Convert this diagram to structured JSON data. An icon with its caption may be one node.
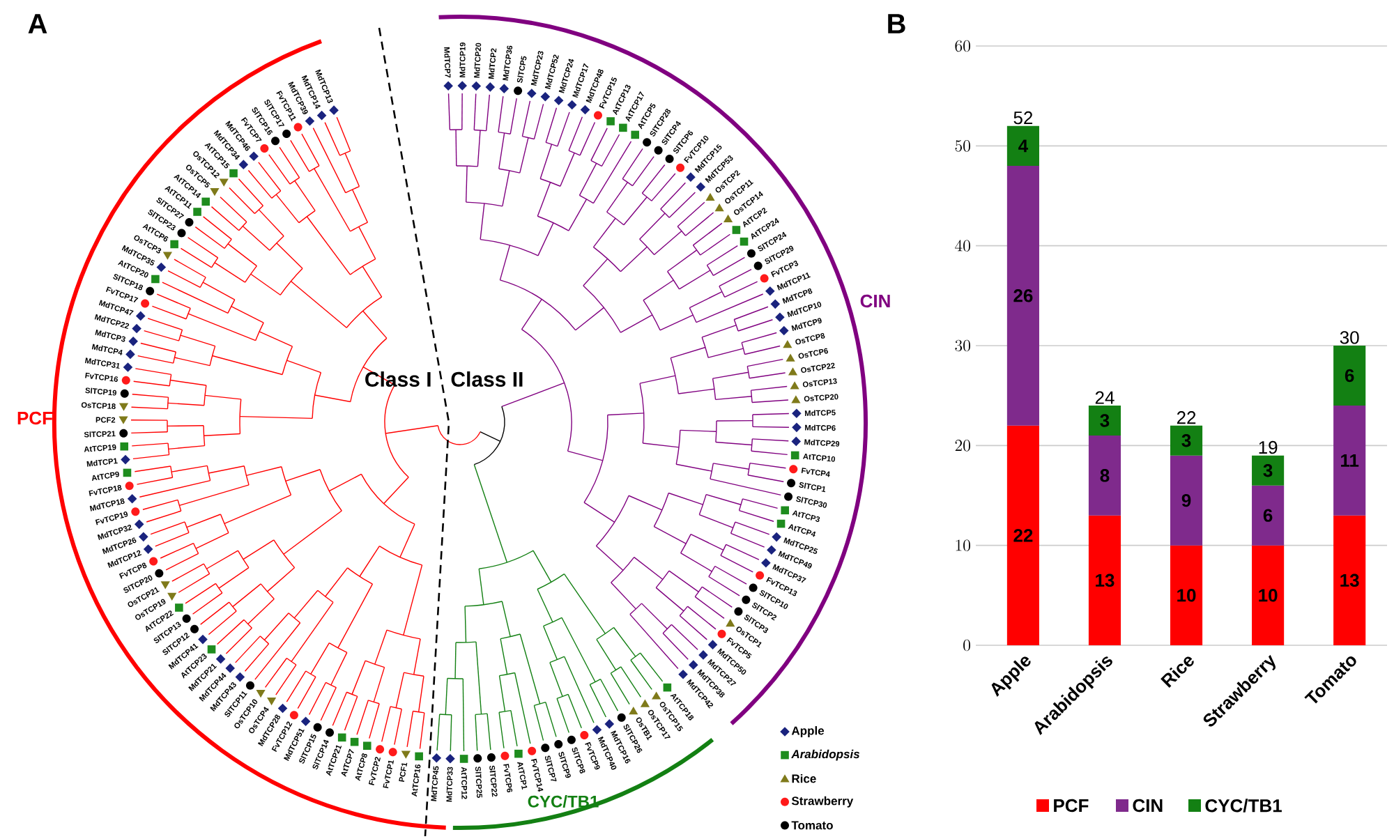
{
  "diagram": {
    "labels": [
      "A",
      "B",
      "Class I",
      "Class II",
      "PCF",
      "CIN",
      "CYC/TB1",
      "MdTCP13",
      "MdTCP14",
      "MdTCP39",
      "FvTCP11",
      "SlTCP17",
      "SlTCP16",
      "FvTCP7",
      "MdTCP46",
      "MdTCP34",
      "AtTCP15",
      "OsTCP12",
      "OsTCP5",
      "AtTCP14",
      "AtTCP11",
      "SlTCP27",
      "SlTCP23",
      "AtTCP6",
      "OsTCP3",
      "MdTCP35",
      "AtTCP20",
      "SlTCP18",
      "FvTCP17",
      "MdTCP47",
      "MdTCP22",
      "MdTCP3",
      "MdTCP4",
      "MdTCP31",
      "FvTCP16",
      "SlTCP19",
      "OsTCP18",
      "PCF2",
      "SlTCP21",
      "AtTCP19",
      "MdTCP1",
      "AtTCP9",
      "FvTCP18",
      "MdTCP18",
      "FvTCP19",
      "MdTCP32",
      "MdTCP26",
      "MdTCP12",
      "FvTCP8",
      "SlTCP20",
      "OsTCP21",
      "OsTCP19",
      "AtTCP22",
      "SlTCP13",
      "SlTCP12",
      "MdTCP41",
      "AtTCP23",
      "MdTCP21",
      "MdTCP44",
      "MdTCP43",
      "SlTCP11",
      "OsTCP10",
      "OsTCP4",
      "MdTCP28",
      "FvTCP12",
      "MdTCP51",
      "SlTCP15",
      "SlTCP14",
      "AtTCP21",
      "AtTCP7",
      "AtTCP8",
      "FvTCP2",
      "FvTCP1",
      "PCF1",
      "AtTCP16",
      "MdTCP7",
      "MdTCP19",
      "MdTCP20",
      "MdTCP2",
      "MdTCP36",
      "SlTCP5",
      "MdTCP23",
      "MdTCP52",
      "MdTCP24",
      "MdTCP17",
      "MdTCP48",
      "FvTCP15",
      "AtTCP13",
      "AtTCP17",
      "AtTCP5",
      "SlTCP28",
      "SlTCP4",
      "SlTCP6",
      "FvTCP10",
      "MdTCP15",
      "MdTCP53",
      "OsTCP2",
      "OsTCP11",
      "OsTCP14",
      "AtTCP2",
      "AtTCP24",
      "SlTCP24",
      "SlTCP29",
      "FvTCP3",
      "MdTCP11",
      "MdTCP8",
      "MdTCP10",
      "MdTCP9",
      "OsTCP8",
      "OsTCP6",
      "OsTCP22",
      "OsTCP13",
      "OsTCP20",
      "MdTCP5",
      "MdTCP6",
      "MdTCP29",
      "AtTCP10",
      "FvTCP4",
      "SlTCP1",
      "SlTCP30",
      "AtTCP3",
      "AtTCP4",
      "MdTCP25",
      "MdTCP49",
      "MdTCP37",
      "FvTCP13",
      "SlTCP10",
      "SlTCP2",
      "SlTCP3",
      "OsTCP1",
      "FvTCP5",
      "MdTCP50",
      "MdTCP27",
      "MdTCP38",
      "MdTCP42",
      "MdTCP45",
      "MdTCP33",
      "AtTCP12",
      "SlTCP25",
      "SlTCP22",
      "FvTCP6",
      "AtTCP1",
      "FvTCP14",
      "SlTCP7",
      "SlTCP9",
      "SlTCP8",
      "FvTCP9",
      "MdTCP40",
      "MdTCP16",
      "SlTCP26",
      "OsTB1",
      "OsTCP17",
      "OsTCP15",
      "AtTCP18"
    ],
    "legend": [
      {
        "text": "Apple"
      },
      {
        "text": "Arabidopsis"
      },
      {
        "text": "Rice"
      },
      {
        "text": "Strawberry"
      },
      {
        "text": "Tomato"
      }
    ],
    "chart_data": {
      "type": "bar",
      "stacked": true,
      "categories": [
        "Apple",
        "Arabidopsis",
        "Rice",
        "Strawberry",
        "Tomato"
      ],
      "series": [
        {
          "name": "PCF",
          "color": "#ff0000",
          "values": [
            22,
            13,
            10,
            10,
            13
          ]
        },
        {
          "name": "CIN",
          "color": "#7f2a8c",
          "values": [
            26,
            8,
            9,
            6,
            11
          ]
        },
        {
          "name": "CYC/TB1",
          "color": "#138013",
          "values": [
            4,
            3,
            3,
            3,
            6
          ]
        }
      ],
      "ylim": [
        0,
        60
      ],
      "yticks": [
        0,
        10,
        20,
        30,
        40,
        50,
        60
      ],
      "data_labels": true,
      "grid": true,
      "legend": "bottom",
      "annotations": [
        {
          "text": "52"
        },
        {
          "text": "24"
        },
        {
          "text": "22"
        },
        {
          "text": "19"
        },
        {
          "text": "30"
        }
      ]
    }
  }
}
